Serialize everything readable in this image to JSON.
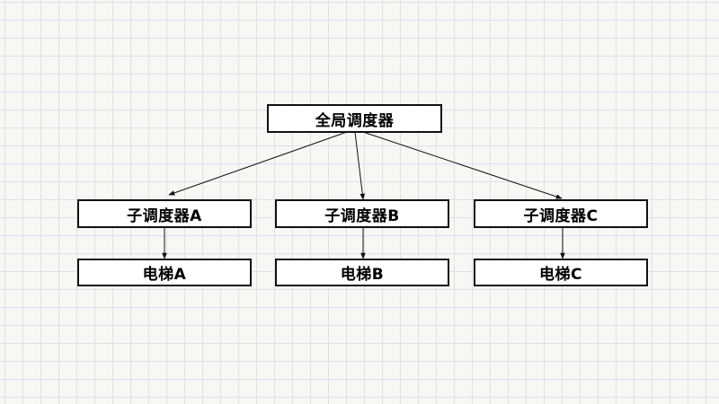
{
  "diagram": {
    "root": {
      "label": "全局调度器"
    },
    "sub_dispatchers": [
      {
        "label": "子调度器A"
      },
      {
        "label": "子调度器B"
      },
      {
        "label": "子调度器C"
      }
    ],
    "elevators": [
      {
        "label": "电梯A"
      },
      {
        "label": "电梯B"
      },
      {
        "label": "电梯C"
      }
    ],
    "colors": {
      "background": "#f7f8f4",
      "grid": "#dde0e6",
      "box_border": "#111111",
      "box_fill": "#ffffff",
      "line": "#111111"
    }
  }
}
